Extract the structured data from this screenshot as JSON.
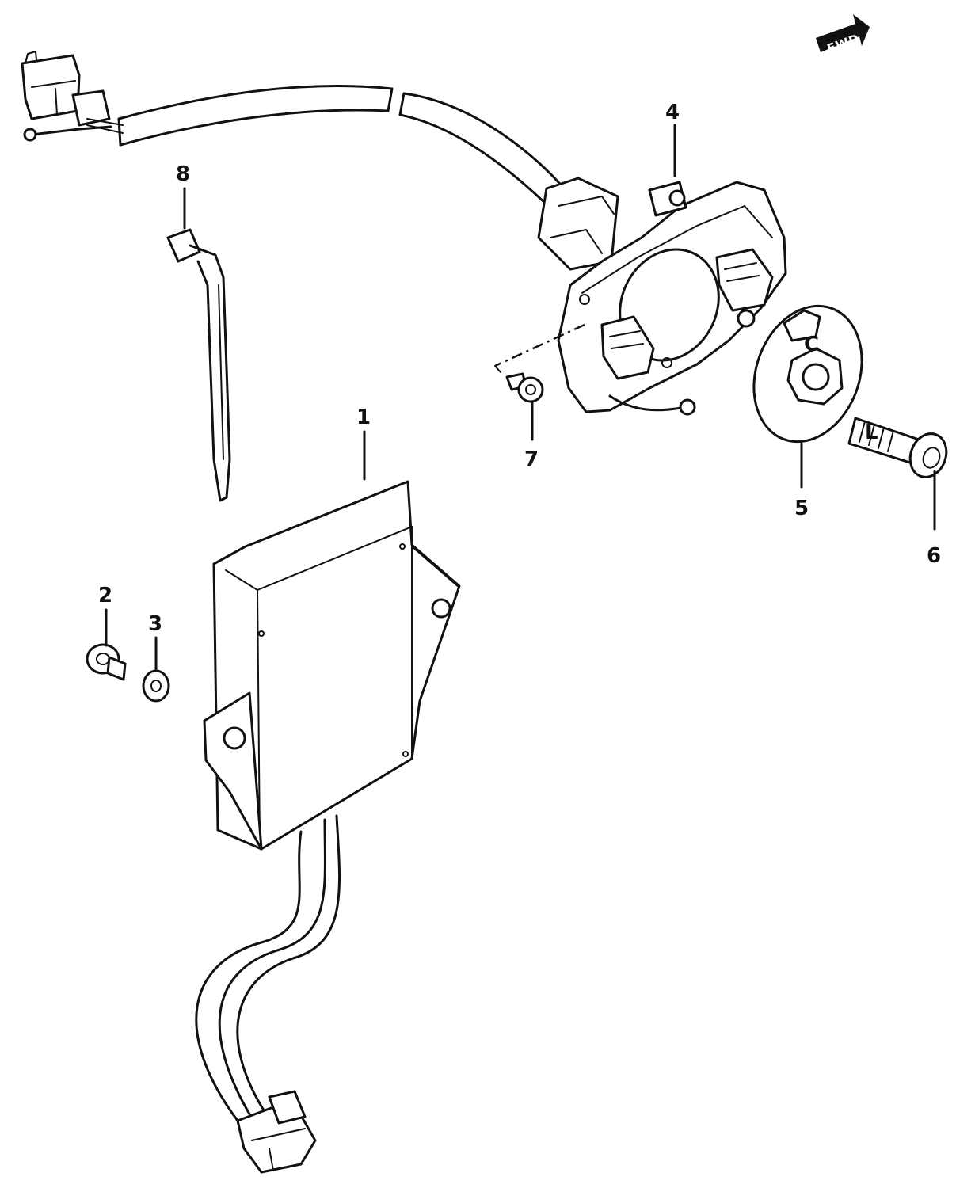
{
  "diagram": {
    "direction_badge": "FWD",
    "callouts": {
      "p1": "1",
      "p2": "2",
      "p3": "3",
      "p4": "4",
      "p5": "5",
      "p6": "6",
      "p7": "7",
      "p8": "8"
    },
    "stator_marks": {
      "c_mark": "C",
      "l_mark": "L"
    }
  }
}
